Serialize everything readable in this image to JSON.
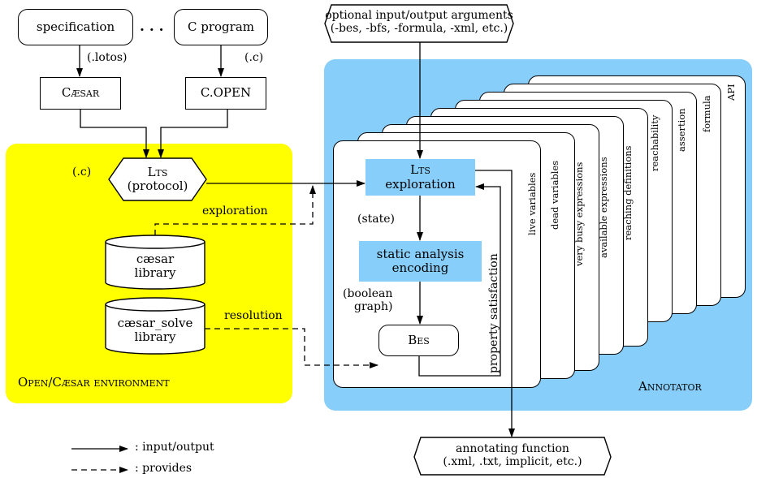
{
  "inputs": {
    "specification": "specification",
    "ellipsis": ". . .",
    "c_program": "C program",
    "lotos_ext": "(.lotos)",
    "c_ext": "(.c)"
  },
  "compilers": {
    "caesar": "Cæsar",
    "c_open": "C.OPEN"
  },
  "environment": {
    "c_ext": "(.c)",
    "lts_line1": "Lts",
    "lts_line2": "(protocol)",
    "exploration": "exploration",
    "caesar_lib_line1": "cæsar",
    "caesar_lib_line2": "library",
    "solve_lib_line1": "cæsar_solve",
    "solve_lib_line2": "library",
    "resolution": "resolution",
    "label": "Open/Cæsar environment"
  },
  "arguments": {
    "line1": "optional input/output arguments",
    "line2": "(-bes, -bfs, -formula, -xml, etc.)"
  },
  "annotator": {
    "label": "Annotator",
    "lts_exploration_line1": "Lts",
    "lts_exploration_line2": "exploration",
    "state": "(state)",
    "encoding_line1": "static analysis",
    "encoding_line2": "encoding",
    "graph_line1": "(boolean",
    "graph_line2": "graph)",
    "bes": "Bes",
    "property_satisfaction": "property satisfaction",
    "analyses": [
      "live variables",
      "dead variables",
      "very busy expressions",
      "available expressions",
      "reaching definitions",
      "reachability",
      "assertion",
      "formula",
      "API"
    ]
  },
  "output": {
    "line1": "annotating function",
    "line2": "(.xml, .txt, implicit, etc.)"
  },
  "legend": {
    "solid": ": input/output",
    "dashed": ": provides"
  },
  "colors": {
    "environment_bg": "#ffff00",
    "annotator_bg": "#87cefa",
    "line": "#000000"
  }
}
